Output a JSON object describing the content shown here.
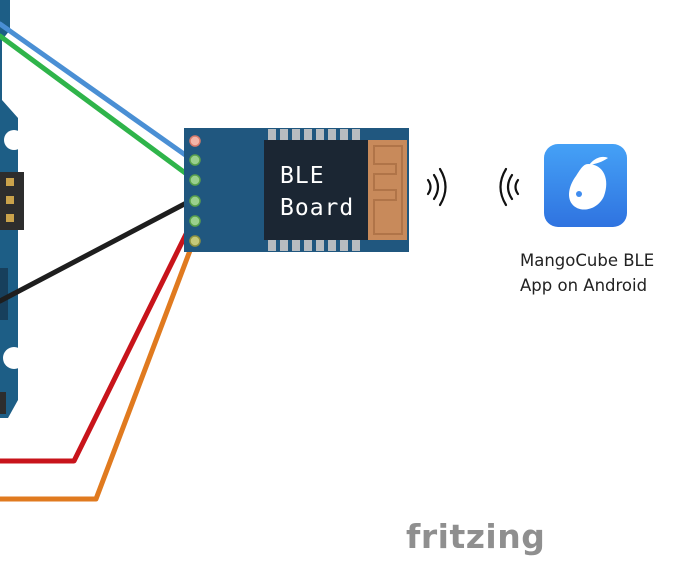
{
  "module": {
    "line1": "BLE",
    "line2": "Board"
  },
  "app": {
    "label_line1": "MangoCube BLE",
    "label_line2": "App on Android",
    "icon": "mango-icon"
  },
  "watermark": "fritzing",
  "wires": [
    {
      "name": "blue",
      "color": "#4a8fd4"
    },
    {
      "name": "green",
      "color": "#2fb44a"
    },
    {
      "name": "black",
      "color": "#1e1e1e"
    },
    {
      "name": "red",
      "color": "#c8141b"
    },
    {
      "name": "orange",
      "color": "#e07a1f"
    }
  ],
  "colors": {
    "board": "#1d5e86",
    "module_pcb": "#20577f",
    "chip": "#1b2633",
    "antenna": "#c88a5b",
    "app_icon": "#3d8ff0"
  }
}
